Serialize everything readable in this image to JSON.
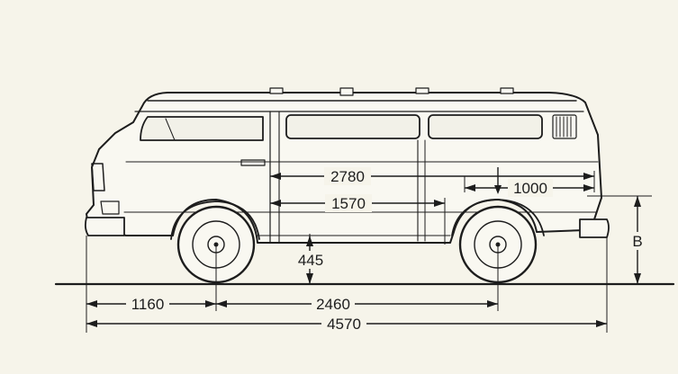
{
  "diagram": {
    "colors": {
      "ink": "#1d1d1d",
      "paper": "#f6f4ea"
    },
    "dimensions": {
      "overall_length": "4570",
      "wheelbase": "2460",
      "front_overhang": "1160",
      "ground_clearance": "445",
      "load_length": "2780",
      "side_door_width": "1570",
      "rear_opening": "1000",
      "height": "B"
    }
  }
}
